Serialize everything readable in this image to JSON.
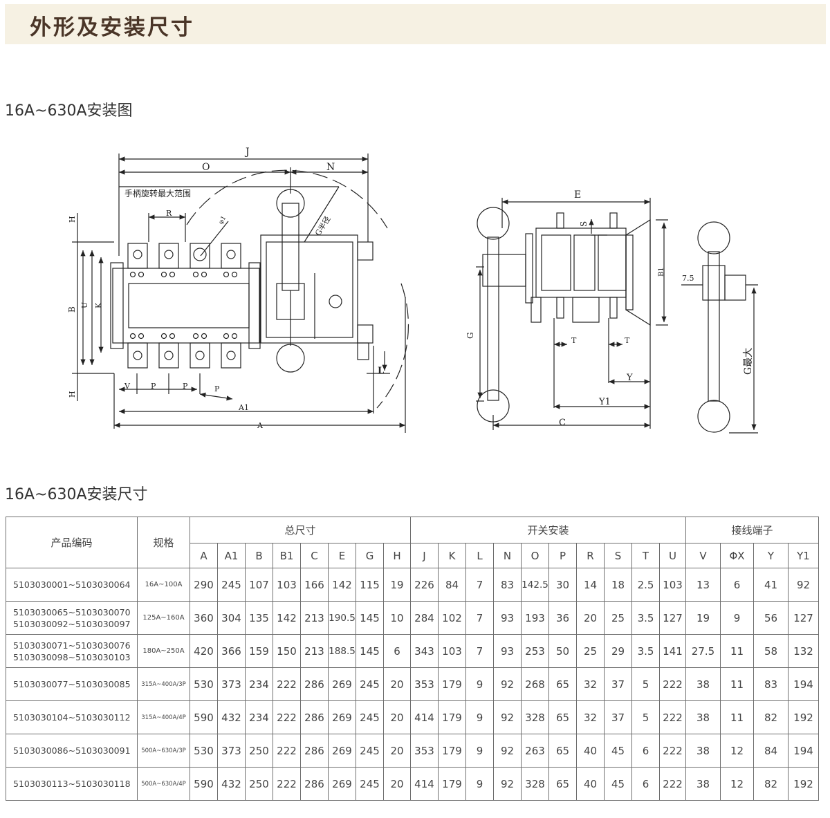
{
  "header": {
    "title": "外形及安装尺寸"
  },
  "section1": {
    "title": "16A~630A安装图"
  },
  "section2": {
    "title": "16A~630A安装尺寸"
  },
  "drawing": {
    "labels": {
      "J": "J",
      "O": "O",
      "N": "N",
      "R": "R",
      "phi": "φ1",
      "G_radius": "G半径",
      "handle_range": "手柄旋转最大范围",
      "H_top": "H",
      "H_bottom": "H",
      "B": "B",
      "U": "U",
      "K": "K",
      "V": "V",
      "P1": "P",
      "P2": "P",
      "P3": "P",
      "A1": "A1",
      "A": "A",
      "L": "L",
      "E": "E",
      "S": "S",
      "B1": "B1",
      "G": "G",
      "T1": "T",
      "T2": "T",
      "Y": "Y",
      "Y1": "Y1",
      "C": "C",
      "d75": "7.5",
      "G_max": "G最大"
    }
  },
  "table": {
    "group_headers": {
      "code": "产品编码",
      "spec": "规格",
      "overall": "总尺寸",
      "switch": "开关安装",
      "terminal": "接线端子"
    },
    "columns": [
      "A",
      "A1",
      "B",
      "B1",
      "C",
      "E",
      "G",
      "H",
      "J",
      "K",
      "L",
      "N",
      "O",
      "P",
      "R",
      "S",
      "T",
      "U",
      "V",
      "ΦX",
      "Y",
      "Y1"
    ],
    "rows": [
      {
        "code": [
          "5103030001~5103030064"
        ],
        "spec": "16A~100A",
        "values": [
          "290",
          "245",
          "107",
          "103",
          "166",
          "142",
          "115",
          "19",
          "226",
          "84",
          "7",
          "83",
          "142.5",
          "30",
          "14",
          "18",
          "2.5",
          "103",
          "13",
          "6",
          "41",
          "92"
        ]
      },
      {
        "code": [
          "5103030065~5103030070",
          "5103030092~5103030097"
        ],
        "spec": "125A~160A",
        "values": [
          "360",
          "304",
          "135",
          "142",
          "213",
          "190.5",
          "145",
          "10",
          "284",
          "102",
          "7",
          "93",
          "193",
          "36",
          "20",
          "25",
          "3.5",
          "127",
          "19",
          "9",
          "56",
          "127"
        ]
      },
      {
        "code": [
          "5103030071~5103030076",
          "5103030098~5103030103"
        ],
        "spec": "180A~250A",
        "values": [
          "420",
          "366",
          "159",
          "150",
          "213",
          "188.5",
          "145",
          "6",
          "343",
          "103",
          "7",
          "93",
          "253",
          "50",
          "25",
          "29",
          "3.5",
          "141",
          "27.5",
          "11",
          "58",
          "132"
        ]
      },
      {
        "code": [
          "5103030077~5103030085"
        ],
        "spec": "315A~400A/3P",
        "values": [
          "530",
          "373",
          "234",
          "222",
          "286",
          "269",
          "245",
          "20",
          "353",
          "179",
          "9",
          "92",
          "268",
          "65",
          "32",
          "37",
          "5",
          "222",
          "38",
          "11",
          "83",
          "194"
        ]
      },
      {
        "code": [
          "5103030104~5103030112"
        ],
        "spec": "315A~400A/4P",
        "values": [
          "590",
          "432",
          "234",
          "222",
          "286",
          "269",
          "245",
          "20",
          "414",
          "179",
          "9",
          "92",
          "328",
          "65",
          "32",
          "37",
          "5",
          "222",
          "38",
          "11",
          "82",
          "192"
        ]
      },
      {
        "code": [
          "5103030086~5103030091"
        ],
        "spec": "500A~630A/3P",
        "values": [
          "530",
          "373",
          "250",
          "222",
          "286",
          "269",
          "245",
          "20",
          "353",
          "179",
          "9",
          "92",
          "263",
          "65",
          "40",
          "45",
          "6",
          "222",
          "38",
          "12",
          "84",
          "194"
        ]
      },
      {
        "code": [
          "5103030113~5103030118"
        ],
        "spec": "500A~630A/4P",
        "values": [
          "590",
          "432",
          "250",
          "222",
          "286",
          "269",
          "245",
          "20",
          "414",
          "179",
          "9",
          "92",
          "328",
          "65",
          "40",
          "45",
          "6",
          "222",
          "38",
          "12",
          "82",
          "192"
        ]
      }
    ]
  }
}
